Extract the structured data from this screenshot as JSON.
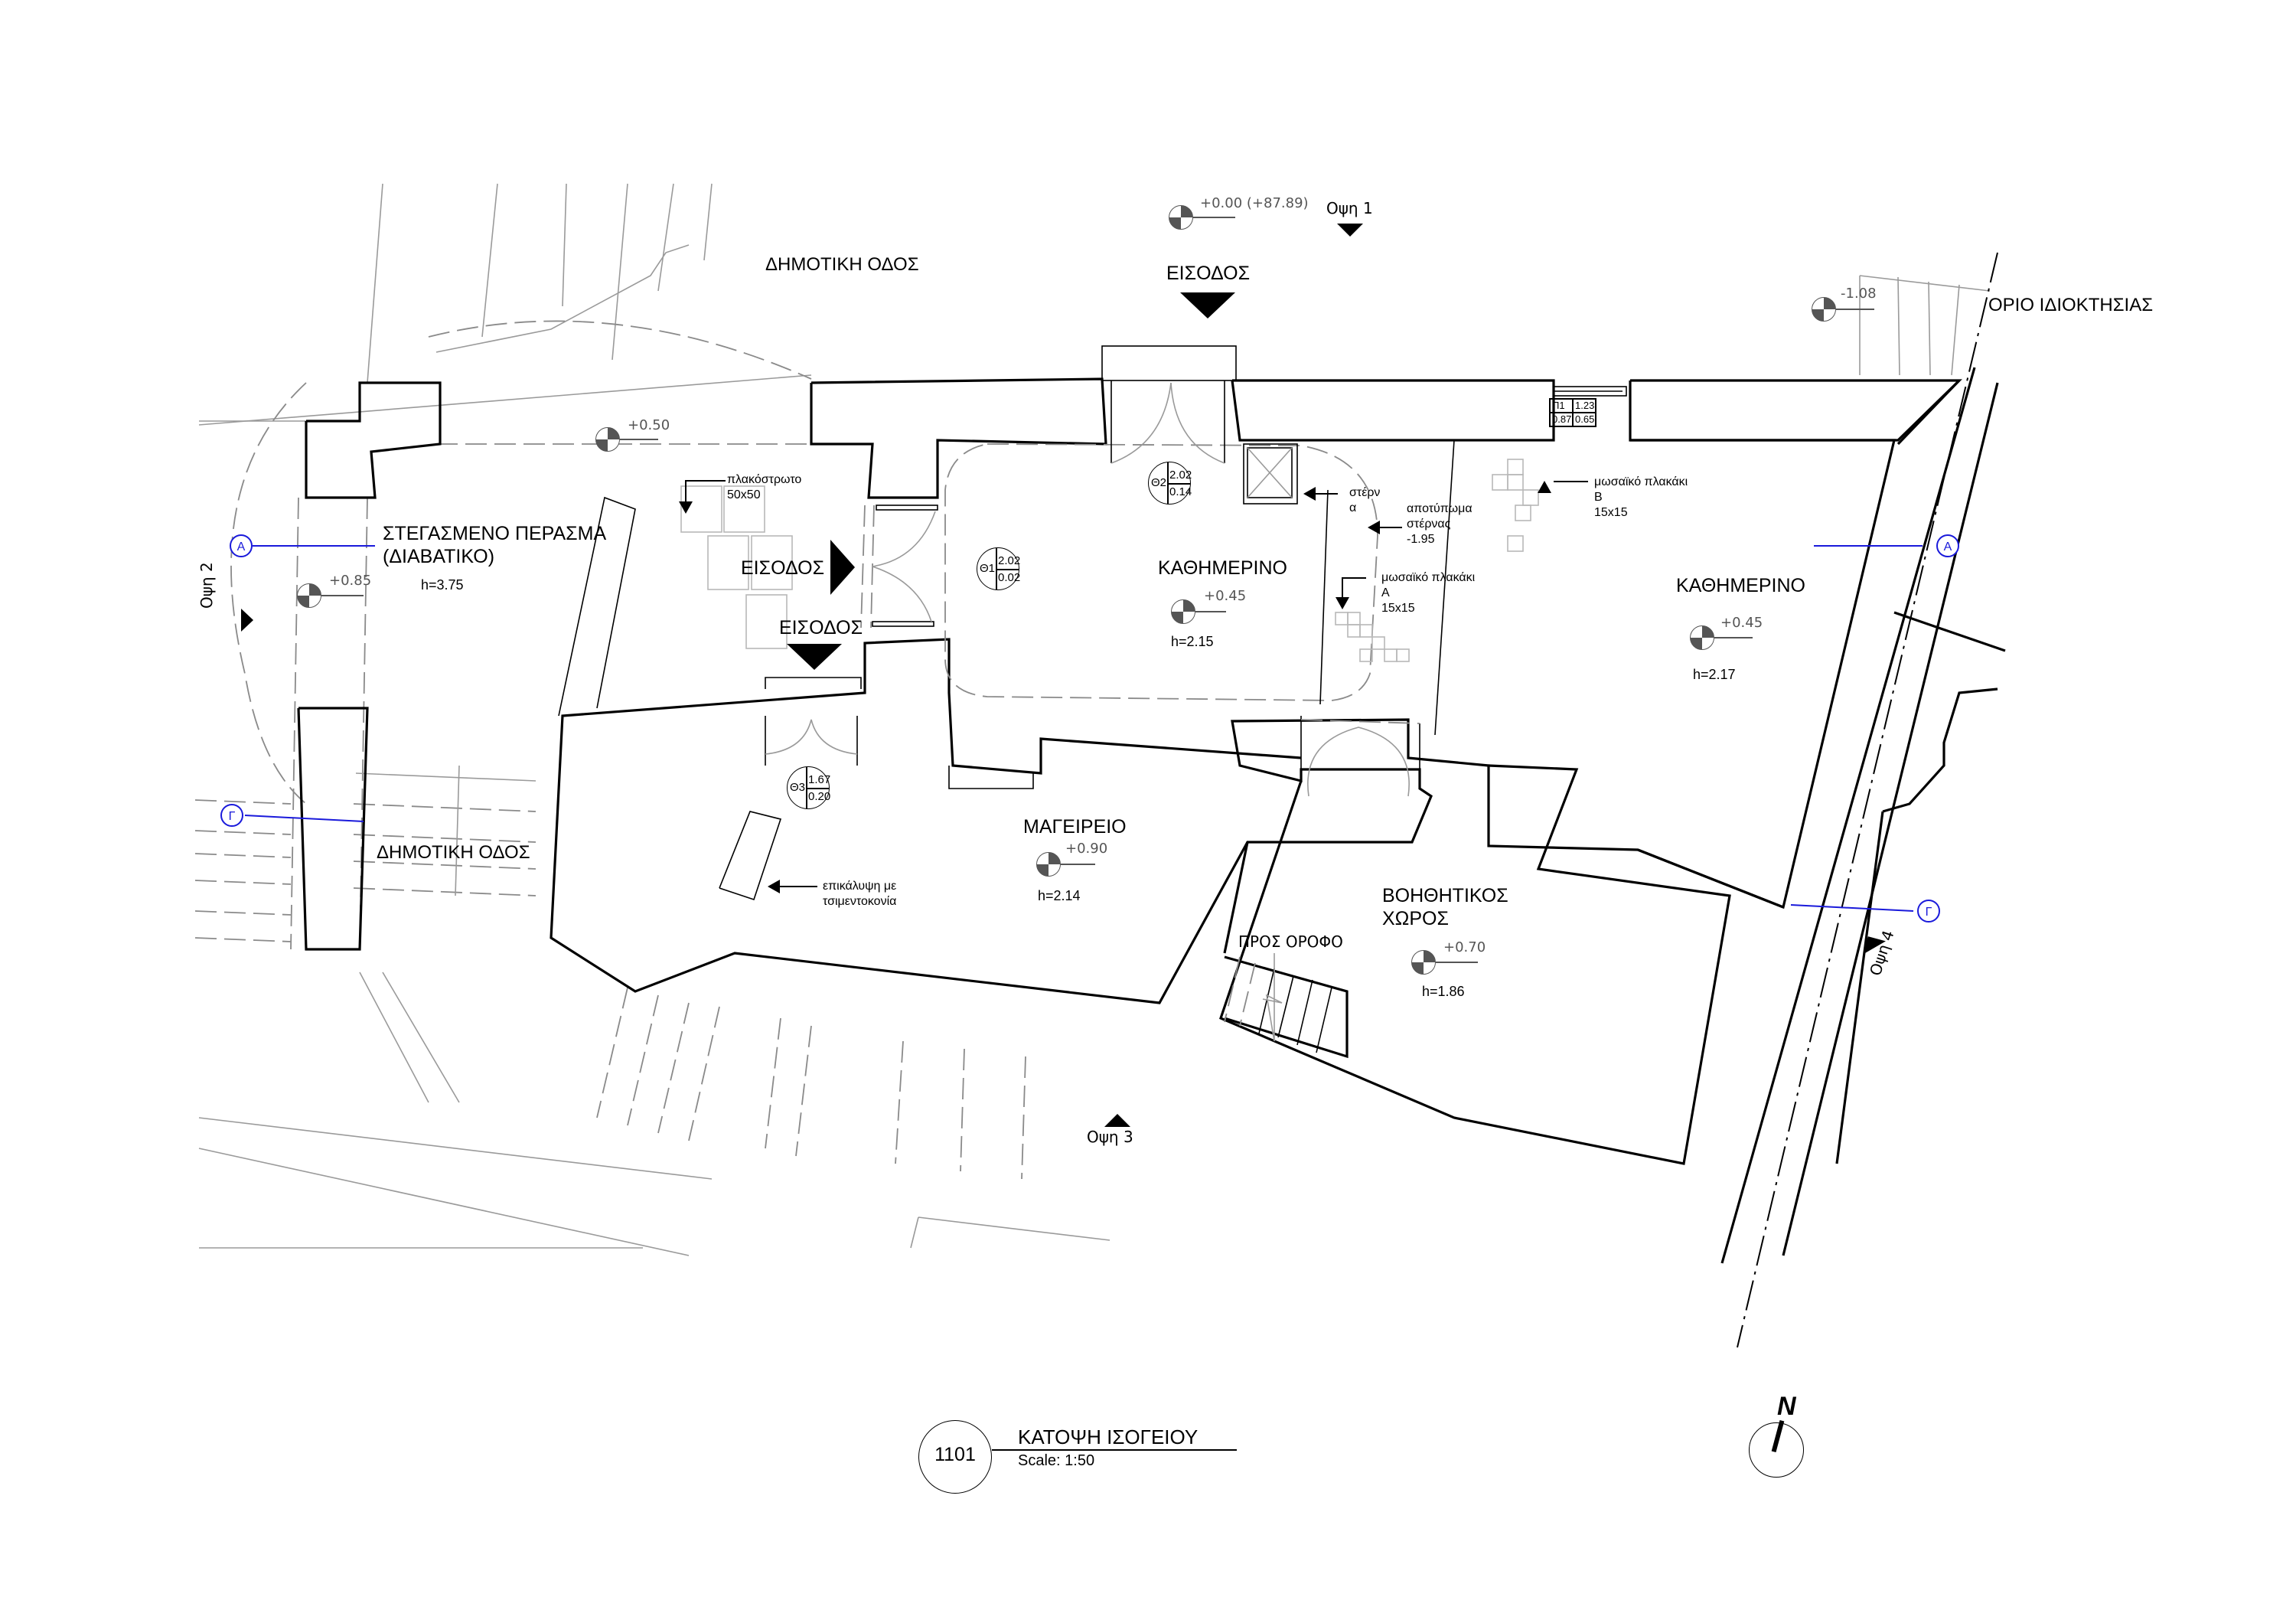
{
  "drawing": {
    "number": "1101",
    "title": "ΚΑΤΟΨΗ ΙΣΟΓΕΙΟΥ",
    "scale": "Scale: 1:50",
    "north_label": "N"
  },
  "streets": {
    "top": "ΔΗΜΟΤΙΚΗ ΟΔΟΣ",
    "left": "ΔΗΜΟΤΙΚΗ ΟΔΟΣ"
  },
  "boundary_label": "ΟΡΙΟ ΙΔΙΟΚΤΗΣΙΑΣ",
  "entrances": [
    "ΕΙΣΟΔΟΣ",
    "ΕΙΣΟΔΟΣ",
    "ΕΙΣΟΔΟΣ"
  ],
  "views": [
    "Οψη 1",
    "Οψη 2",
    "Οψη 3",
    "Οψη 4"
  ],
  "rooms": [
    {
      "name": "ΣΤΕΓΑΣΜΕΝΟ ΠΕΡΑΣΜΑ",
      "name2": "(ΔΙΑΒΑΤΙΚΟ)",
      "height": "h=3.75"
    },
    {
      "name": "ΚΑΘΗΜΕΡΙΝΟ",
      "level": "+0.45",
      "height": "h=2.15"
    },
    {
      "name": "ΚΑΘΗΜΕΡΙΝΟ",
      "level": "+0.45",
      "height": "h=2.17"
    },
    {
      "name": "ΜΑΓΕΙΡΕΙΟ",
      "level": "+0.90",
      "height": "h=2.14"
    },
    {
      "name": "ΒΟΗΘΗΤΙΚΟΣ",
      "name2": "ΧΩΡΟΣ",
      "level": "+0.70",
      "height": "h=1.86"
    }
  ],
  "levels": {
    "street": "+0.00 (+87.89)",
    "boundary": "-1.08",
    "courtyard": "+0.50",
    "passage": "+0.85"
  },
  "annotations": {
    "paving": [
      "πλακόστρωτο",
      "50x50"
    ],
    "cistern": [
      "στέρν",
      "α"
    ],
    "cistern_trace": [
      "αποτύπωμα",
      "στέρνας",
      "-1.95"
    ],
    "mosaic_a": [
      "μωσαϊκό πλακάκι",
      "Α",
      "15x15"
    ],
    "mosaic_b": [
      "μωσαϊκό πλακάκι",
      "Β",
      "15x15"
    ],
    "cement": [
      "επικάλυψη με",
      "τσιμεντοκονία"
    ],
    "stairs": "ΠΡΟΣ ΟΡΟΦΟ"
  },
  "door_tags": [
    {
      "id": "Θ1",
      "h": "2.02",
      "w": "0.02"
    },
    {
      "id": "Θ2",
      "h": "2.02",
      "w": "0.14"
    },
    {
      "id": "Θ3",
      "h": "1.67",
      "w": "0.20"
    }
  ],
  "window_tag": {
    "id": "Π1",
    "a": "1.23",
    "b": "0.87",
    "c": "0.65"
  },
  "sections": [
    "Α",
    "Α",
    "Γ",
    "Γ"
  ],
  "colors": {
    "section_line": "#1a1adb",
    "ink": "#000000",
    "elevation_text": "#555555"
  }
}
